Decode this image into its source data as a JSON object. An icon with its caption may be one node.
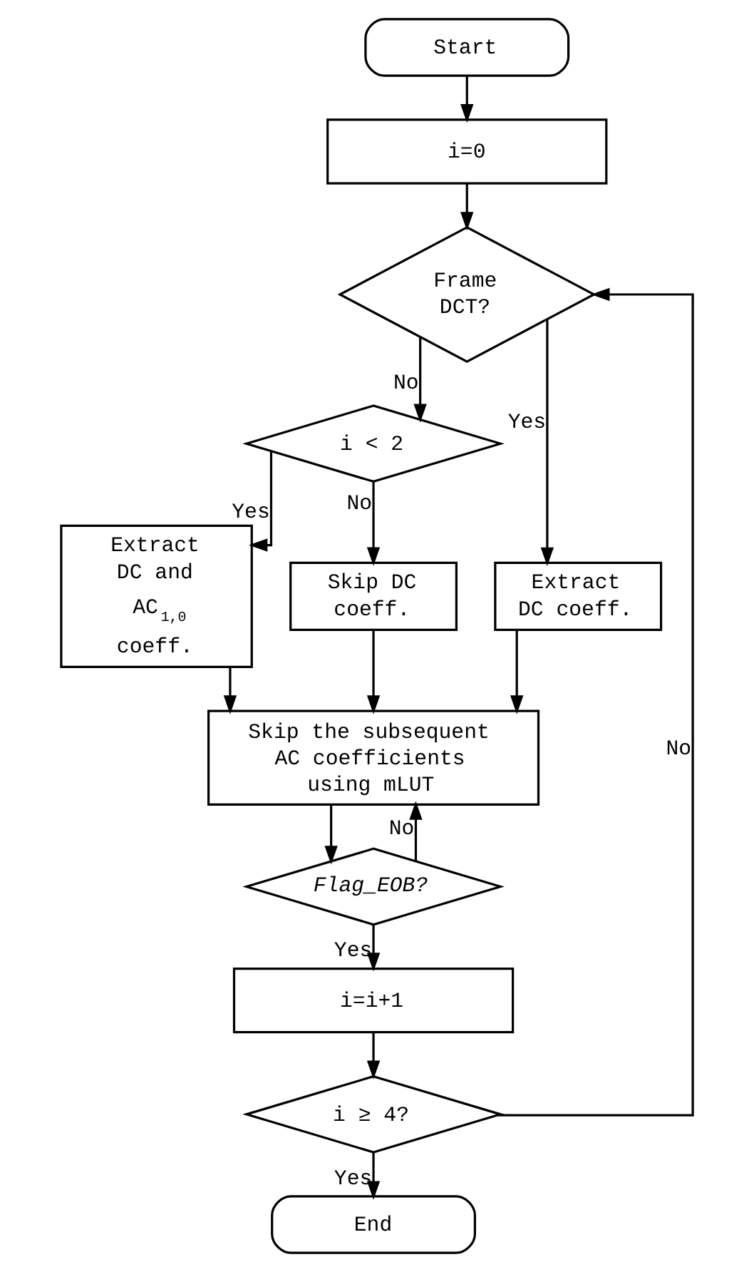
{
  "diagram": {
    "nodes": [
      {
        "text": [
          "Start"
        ]
      },
      {
        "text": [
          "i=0"
        ]
      },
      {
        "text": [
          "Frame DCT?"
        ]
      },
      {
        "text": [
          "i < 2"
        ]
      },
      {
        "text": [
          "Extract DC coeff."
        ]
      },
      {
        "text": [
          "Extract DC and AC$_{1,0}$ coeff."
        ]
      },
      {
        "text": [
          "Skip DC coeff."
        ]
      },
      {
        "text": [
          "Skip the subsequent AC coefficients using mLUT"
        ]
      },
      {
        "text": [
          "Flag_EOB?"
        ]
      },
      {
        "text": [
          "i=i+1"
        ]
      },
      {
        "text": [
          "i ≥ 4?"
        ]
      },
      {
        "text": [
          "End"
        ]
      }
    ],
    "edges": [
      {
        "from": 0,
        "to": 1,
        "arrow": "to"
      },
      {
        "from": 1,
        "to": 2,
        "arrow": "to"
      },
      {
        "from": 2,
        "to": 4,
        "arrow": "to",
        "label": "Yes"
      },
      {
        "from": 2,
        "to": 3,
        "arrow": "to",
        "label": "No"
      },
      {
        "from": 3,
        "to": 5,
        "arrow": "to",
        "label": "Yes"
      },
      {
        "from": 3,
        "to": 6,
        "arrow": "to",
        "label": "No"
      },
      {
        "from": 4,
        "to": 7,
        "arrow": "to"
      },
      {
        "from": 5,
        "to": 7,
        "arrow": "to"
      },
      {
        "from": 6,
        "to": 7,
        "arrow": "to"
      },
      {
        "from": 7,
        "to": 8,
        "arrow": "to"
      },
      {
        "from": 8,
        "to": 7,
        "arrow": "to",
        "label": "No"
      },
      {
        "from": 8,
        "to": 9,
        "arrow": "to",
        "label": "Yes"
      },
      {
        "from": 9,
        "to": 10,
        "arrow": "to"
      },
      {
        "from": 10,
        "to": 2,
        "arrow": "to",
        "label": "No"
      },
      {
        "from": 10,
        "to": 11,
        "arrow": "to",
        "label": "Yes"
      }
    ]
  }
}
